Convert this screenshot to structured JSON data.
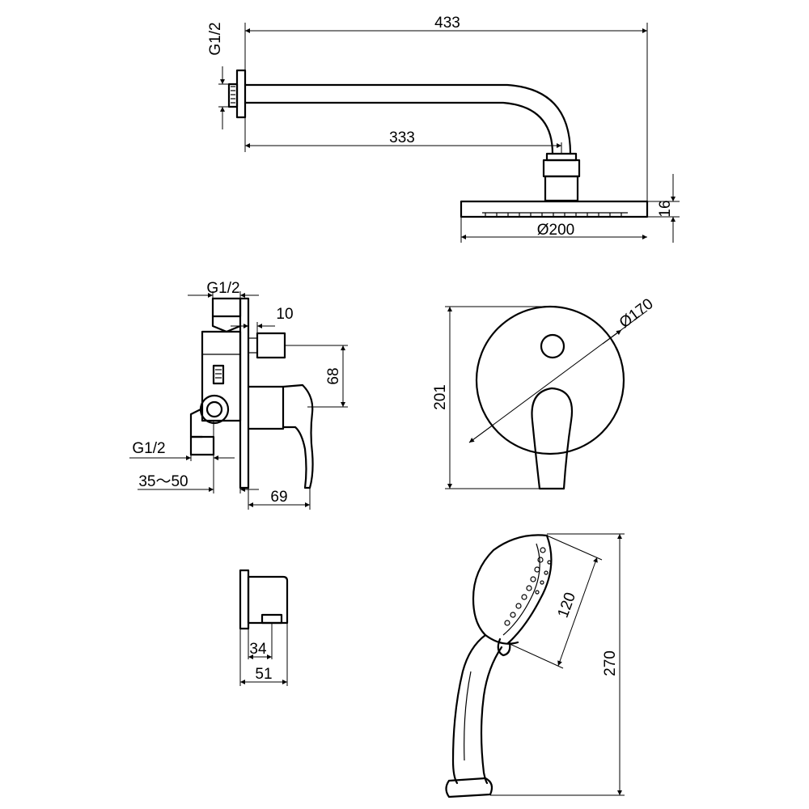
{
  "shower_arm": {
    "thread_label": "G1/2",
    "overall_length": "433",
    "arm_length": "333",
    "head_diameter": "Ø200",
    "head_thickness": "16"
  },
  "mixer_side": {
    "top_thread_label": "G1/2",
    "outlet_offset": "10",
    "outlet_height": "68",
    "bottom_thread_label": "G1/2",
    "depth_range": "35～50",
    "handle_projection": "69"
  },
  "mixer_front": {
    "plate_diameter": "Ø170",
    "overall_height": "201"
  },
  "wall_outlet": {
    "inner_depth": "34",
    "overall_depth": "51"
  },
  "hand_shower": {
    "face_diameter": "120",
    "overall_length": "270"
  }
}
